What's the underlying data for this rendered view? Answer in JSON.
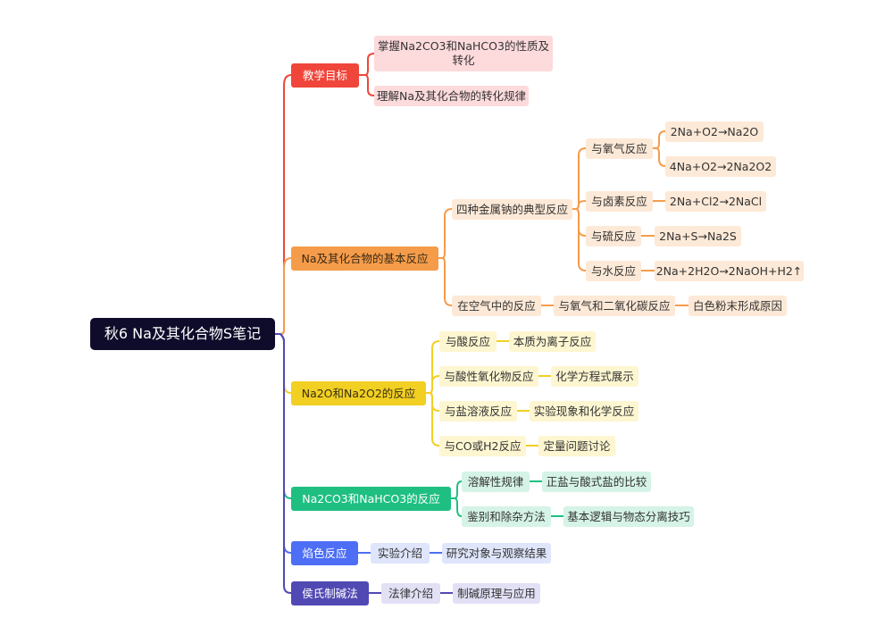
{
  "root": "秋6 Na及其化合物S笔记",
  "colors": {
    "root": "#0f0c2b",
    "red": "#f0453a",
    "red_light": "#fddadc",
    "orange": "#f59c4b",
    "orange_light": "#fde9d7",
    "yellow": "#f2cf23",
    "yellow_light": "#fdf6d0",
    "green": "#1fbf82",
    "green_light": "#d5f3e6",
    "blue": "#4d6ef5",
    "blue_light": "#dfe5fb",
    "purple": "#5149b3",
    "purple_light": "#e2e0f5"
  },
  "branches": {
    "b1": {
      "label": "教学目标",
      "c1": "掌握Na2CO3和NaHCO3的性质及转化",
      "c2": "理解Na及其化合物的转化规律"
    },
    "b2": {
      "label": "Na及其化合物的基本反应",
      "typical": "四种金属钠的典型反应",
      "oxygen": "与氧气反应",
      "o1": "2Na+O2→Na2O",
      "o2": "4Na+O2→2Na2O2",
      "halogen": "与卤素反应",
      "h1": "2Na+Cl2→2NaCl",
      "sulfur": "与硫反应",
      "s1": "2Na+S→Na2S",
      "water": "与水反应",
      "w1": "2Na+2H2O→2NaOH+H2↑",
      "air": "在空气中的反应",
      "air1": "与氧气和二氧化碳反应",
      "air2": "白色粉末形成原因"
    },
    "b3": {
      "label": "Na2O和Na2O2的反应",
      "acid": "与酸反应",
      "acid1": "本质为离子反应",
      "oxide": "与酸性氧化物反应",
      "oxide1": "化学方程式展示",
      "salt": "与盐溶液反应",
      "salt1": "实验现象和化学反应",
      "co": "与CO或H2反应",
      "co1": "定量问题讨论"
    },
    "b4": {
      "label": "Na2CO3和NaHCO3的反应",
      "sol": "溶解性规律",
      "sol1": "正盐与酸式盐的比较",
      "id": "鉴别和除杂方法",
      "id1": "基本逻辑与物态分离技巧"
    },
    "b5": {
      "label": "焰色反应",
      "c1": "实验介绍",
      "c2": "研究对象与观察结果"
    },
    "b6": {
      "label": "侯氏制碱法",
      "c1": "法律介绍",
      "c2": "制碱原理与应用"
    }
  }
}
